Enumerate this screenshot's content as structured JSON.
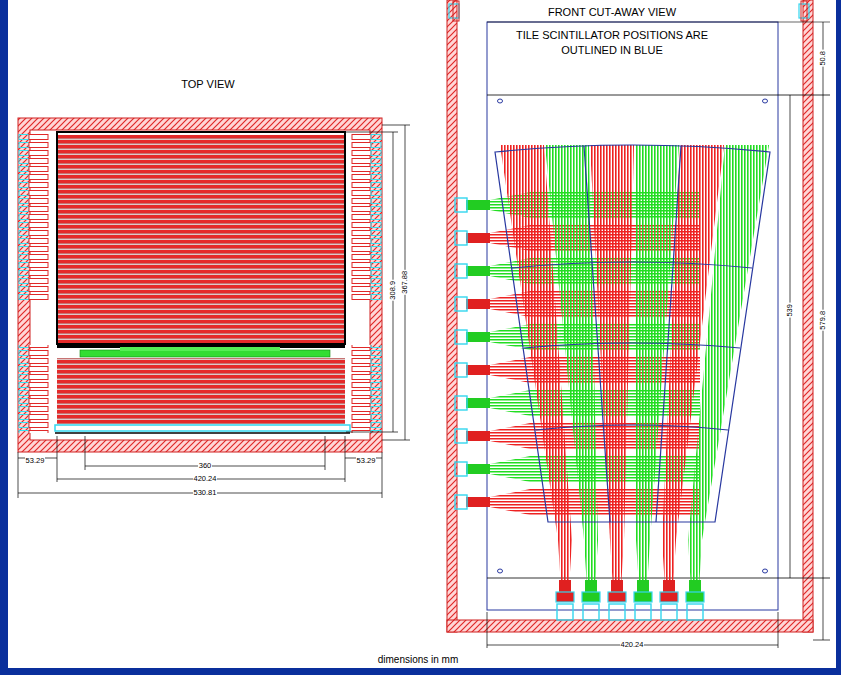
{
  "diagram": {
    "labels": [
      "TOP VIEW",
      "FRONT CUT-AWAY VIEW",
      "TILE SCINTILLATOR POSITIONS ARE OUTLINED IN BLUE",
      "308.9",
      "367.88",
      "53.29",
      "53.29",
      "360",
      "420.24",
      "530.81",
      "50.8",
      "539",
      "579.8",
      "420.24",
      "dimensions in mm"
    ]
  }
}
